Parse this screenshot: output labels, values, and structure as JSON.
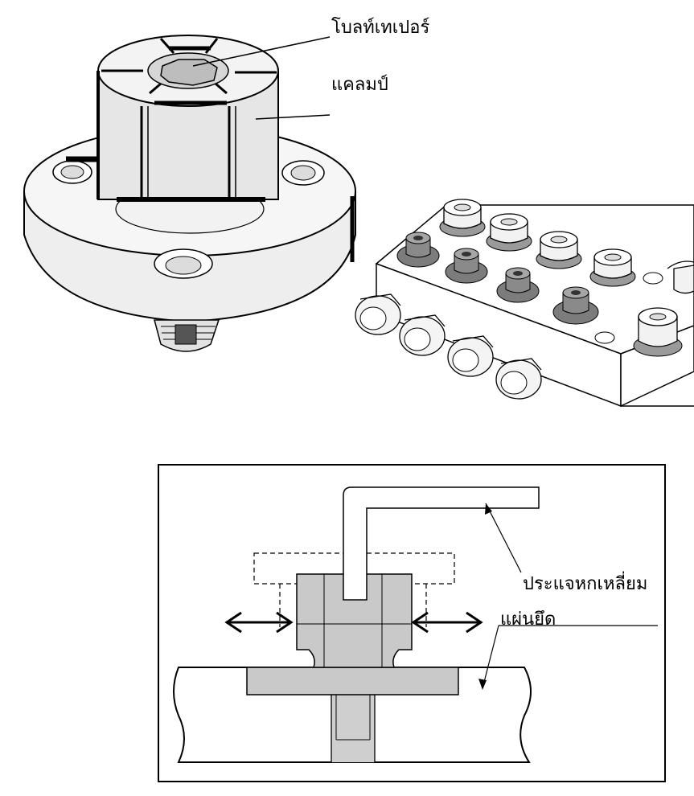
{
  "labels": {
    "taper_bolt": "โบลท์เทเปอร์",
    "clamp": "แคลมป์",
    "hex_wrench": "ประแจหกเหลี่ยม",
    "plate": "แผ่นยึด"
  },
  "colors": {
    "line": "#000000",
    "metal_light": "#ececec",
    "metal_mid": "#d0d0d0",
    "metal_dark": "#8c8c8c",
    "block_fill": "#c9c9c9",
    "plate_fill": "#ffffff"
  },
  "icons": [
    "double-arrow-left-icon",
    "double-arrow-right-icon"
  ]
}
